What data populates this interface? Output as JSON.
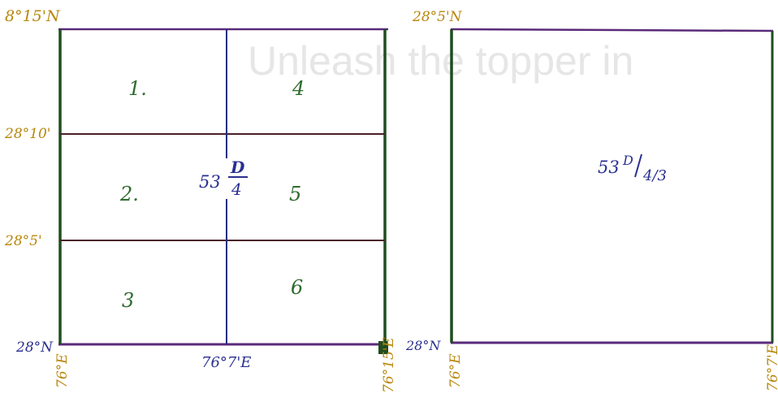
{
  "watermark": "Unleash the topper in",
  "left_map": {
    "lat_labels": [
      "8°15'N",
      "28°10'",
      "28°5'",
      "28°N"
    ],
    "lon_labels": [
      "76°E",
      "76°7'E",
      "76°15'E"
    ],
    "cells": [
      "1.",
      "2.",
      "3",
      "4",
      "5",
      "6"
    ],
    "center_label_main": "53",
    "center_label_num": "D",
    "center_label_den": "4"
  },
  "right_map": {
    "lat_labels": [
      "28°5'N",
      "28°N"
    ],
    "lon_labels": [
      "76°E",
      "76°7'E"
    ],
    "label_main": "53",
    "label_sup": "D",
    "label_rest": "4/3"
  },
  "colors": {
    "frame_green": "#1f4d1f",
    "frame_purple": "#5b2a7a",
    "grid_brown": "#4a1f2a",
    "grid_blue": "#1d2f80",
    "label_gold": "#b8860b",
    "cell_green": "#2e6b2e",
    "label_blue": "#2a2f8f",
    "watermark_gray": "#e6e6e6"
  }
}
